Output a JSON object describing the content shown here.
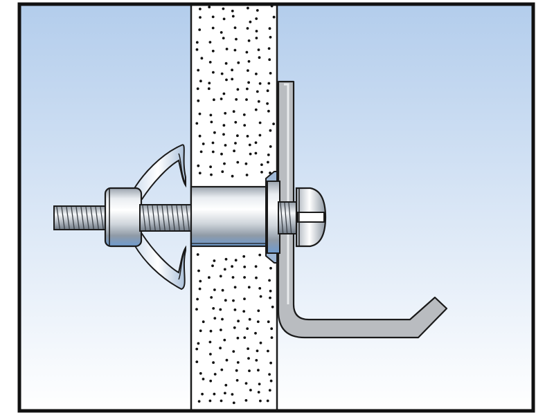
{
  "colors": {
    "sky_top": "#b3cdec",
    "sky_bottom": "#ffffff",
    "wall": "#ffffff",
    "speckle": "#111111",
    "outline": "#1a1a1a",
    "steel_light": "#f2f4f6",
    "steel_mid": "#c3c9d0",
    "steel_dark": "#7d8793",
    "steel_blue": "#9fb8d6",
    "hook": "#b9bcc0",
    "frame": "#111111"
  },
  "icons": {
    "wall": "plasterboard-wall",
    "anchor": "hollow-wall-anchor",
    "hook": "bent-hook",
    "screw": "slotted-screw"
  }
}
